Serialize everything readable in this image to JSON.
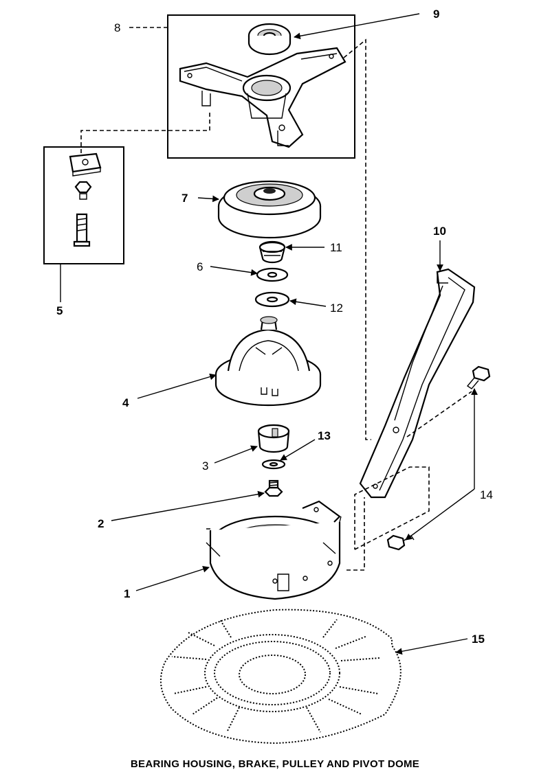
{
  "diagram": {
    "caption": "BEARING HOUSING, BRAKE, PULLEY AND PIVOT DOME",
    "callouts": {
      "c1": "1",
      "c2": "2",
      "c3": "3",
      "c4": "4",
      "c5": "5",
      "c6": "6",
      "c7": "7",
      "c8": "8",
      "c9": "9",
      "c10": "10",
      "c11": "11",
      "c12": "12",
      "c13": "13",
      "c14": "14",
      "c15": "15"
    },
    "colors": {
      "ink": "#000000",
      "paper": "#ffffff"
    }
  }
}
